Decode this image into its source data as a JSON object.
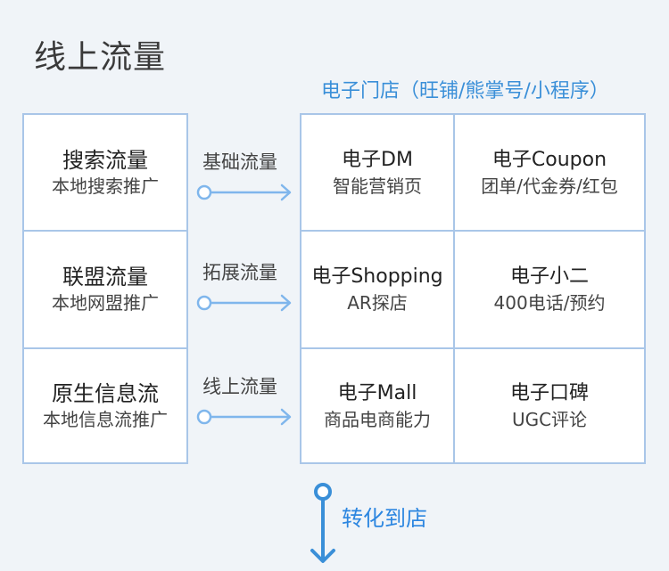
{
  "title": "线上流量",
  "store_heading": "电子门店（旺铺/熊掌号/小程序）",
  "traffic_sources": [
    {
      "title": "搜索流量",
      "subtitle": "本地搜索推广"
    },
    {
      "title": "联盟流量",
      "subtitle": "本地网盟推广"
    },
    {
      "title": "原生信息流",
      "subtitle": "本地信息流推广"
    }
  ],
  "connectors": [
    {
      "label": "基础流量"
    },
    {
      "label": "拓展流量"
    },
    {
      "label": "线上流量"
    }
  ],
  "products": [
    {
      "title": "电子DM",
      "subtitle": "智能营销页"
    },
    {
      "title": "电子Coupon",
      "subtitle": "团单/代金券/红包"
    },
    {
      "title": "电子Shopping",
      "subtitle": "AR探店"
    },
    {
      "title": "电子小二",
      "subtitle": "400电话/预约"
    },
    {
      "title": "电子Mall",
      "subtitle": "商品电商能力"
    },
    {
      "title": "电子口碑",
      "subtitle": "UGC评论"
    }
  ],
  "conversion_label": "转化到店",
  "colors": {
    "background": "#f0f4f8",
    "border": "#a9c6e8",
    "accent": "#3a8fd8",
    "arrow": "#7fb6ec"
  }
}
